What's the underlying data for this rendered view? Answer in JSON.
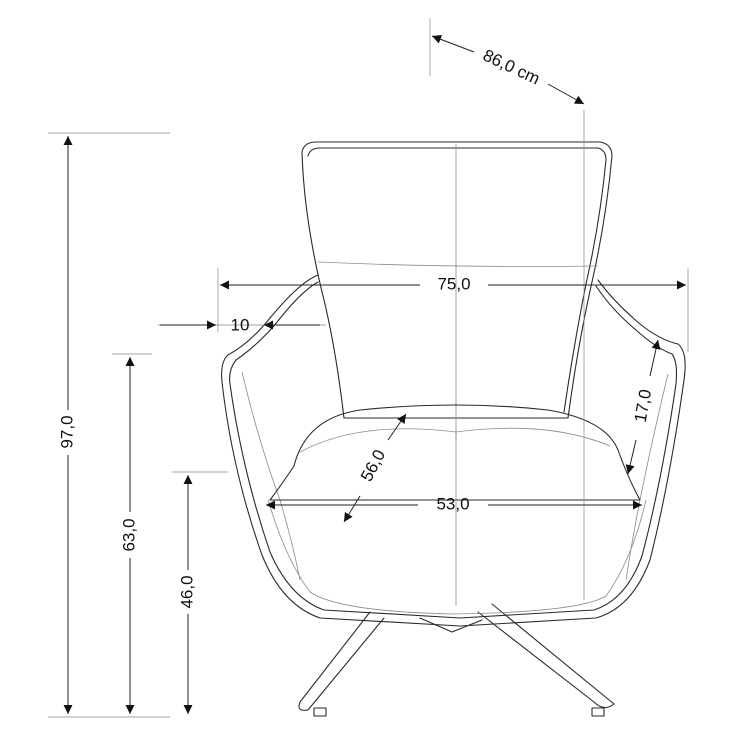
{
  "dimensions": {
    "depth": "86,0 cm",
    "width": "75,0",
    "armrest_width": "10",
    "total_height": "97,0",
    "armrest_height": "63,0",
    "seat_height": "46,0",
    "seat_depth": "56,0",
    "seat_width": "53,0",
    "armrest_depth": "17,0"
  }
}
